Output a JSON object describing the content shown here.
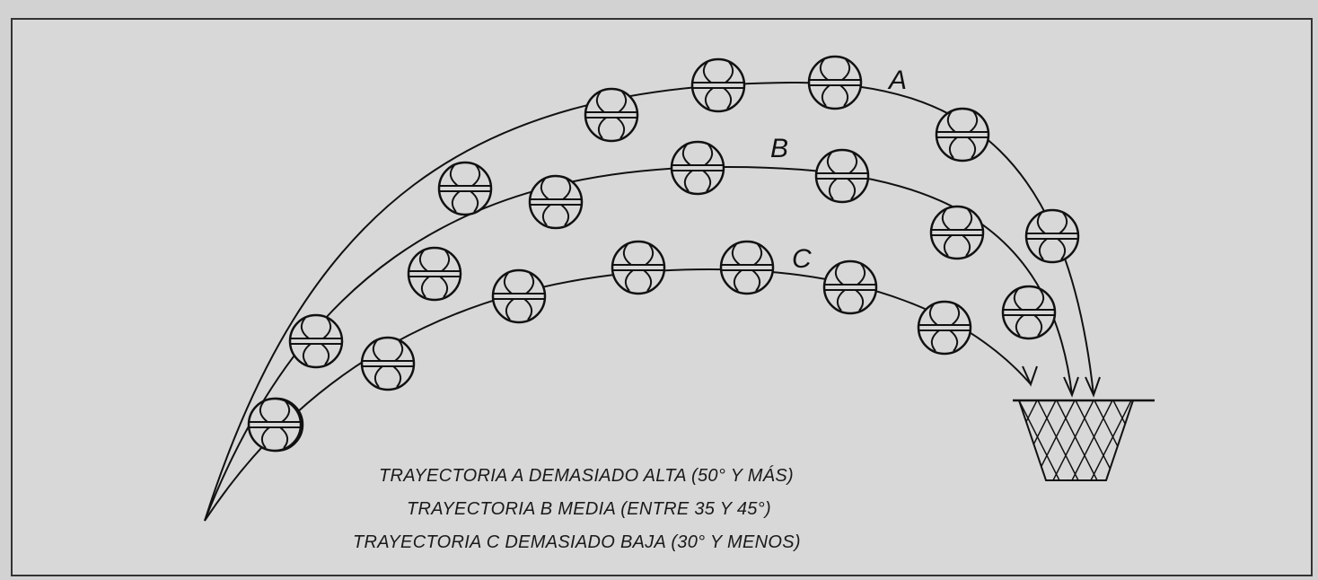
{
  "diagram": {
    "labels": {
      "a": "A",
      "b": "B",
      "c": "C"
    },
    "captions": {
      "a": "TRAYECTORIA A DEMASIADO ALTA (50° Y MÁS)",
      "b": "TRAYECTORIA B MEDIA (ENTRE 35 Y 45°)",
      "c": "TRAYECTORIA C DEMASIADO BAJA (30° Y MENOS)"
    },
    "colors": {
      "ink": "#111111",
      "paper": "#d8d8d8"
    }
  }
}
